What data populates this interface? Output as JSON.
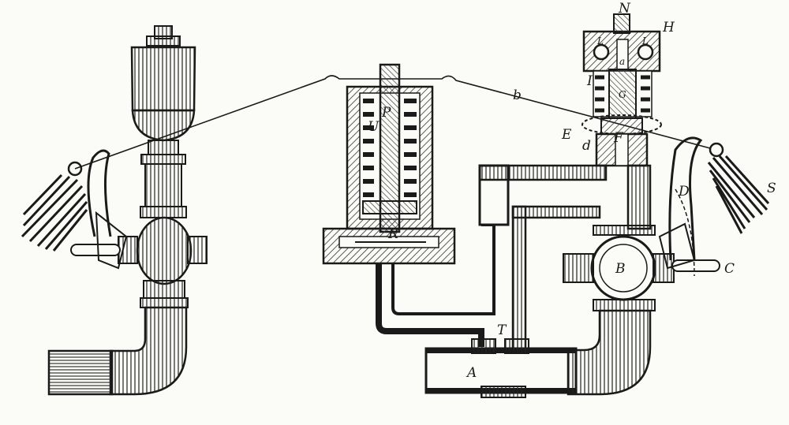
{
  "figure": {
    "labels": {
      "N": "N",
      "H": "H",
      "I": "I",
      "L_left": "L",
      "L_right": "L",
      "a": "a",
      "G": "G",
      "E": "E",
      "F": "F",
      "d": "d",
      "b": "b",
      "P": "P",
      "U": "U",
      "R": "R",
      "D": "D",
      "S": "S",
      "B": "B",
      "C": "C",
      "T": "T",
      "A": "A"
    },
    "colors": {
      "ink": "#1a1a1a",
      "paper": "#fbfbf8",
      "hatch": "#6b6b6b"
    }
  }
}
